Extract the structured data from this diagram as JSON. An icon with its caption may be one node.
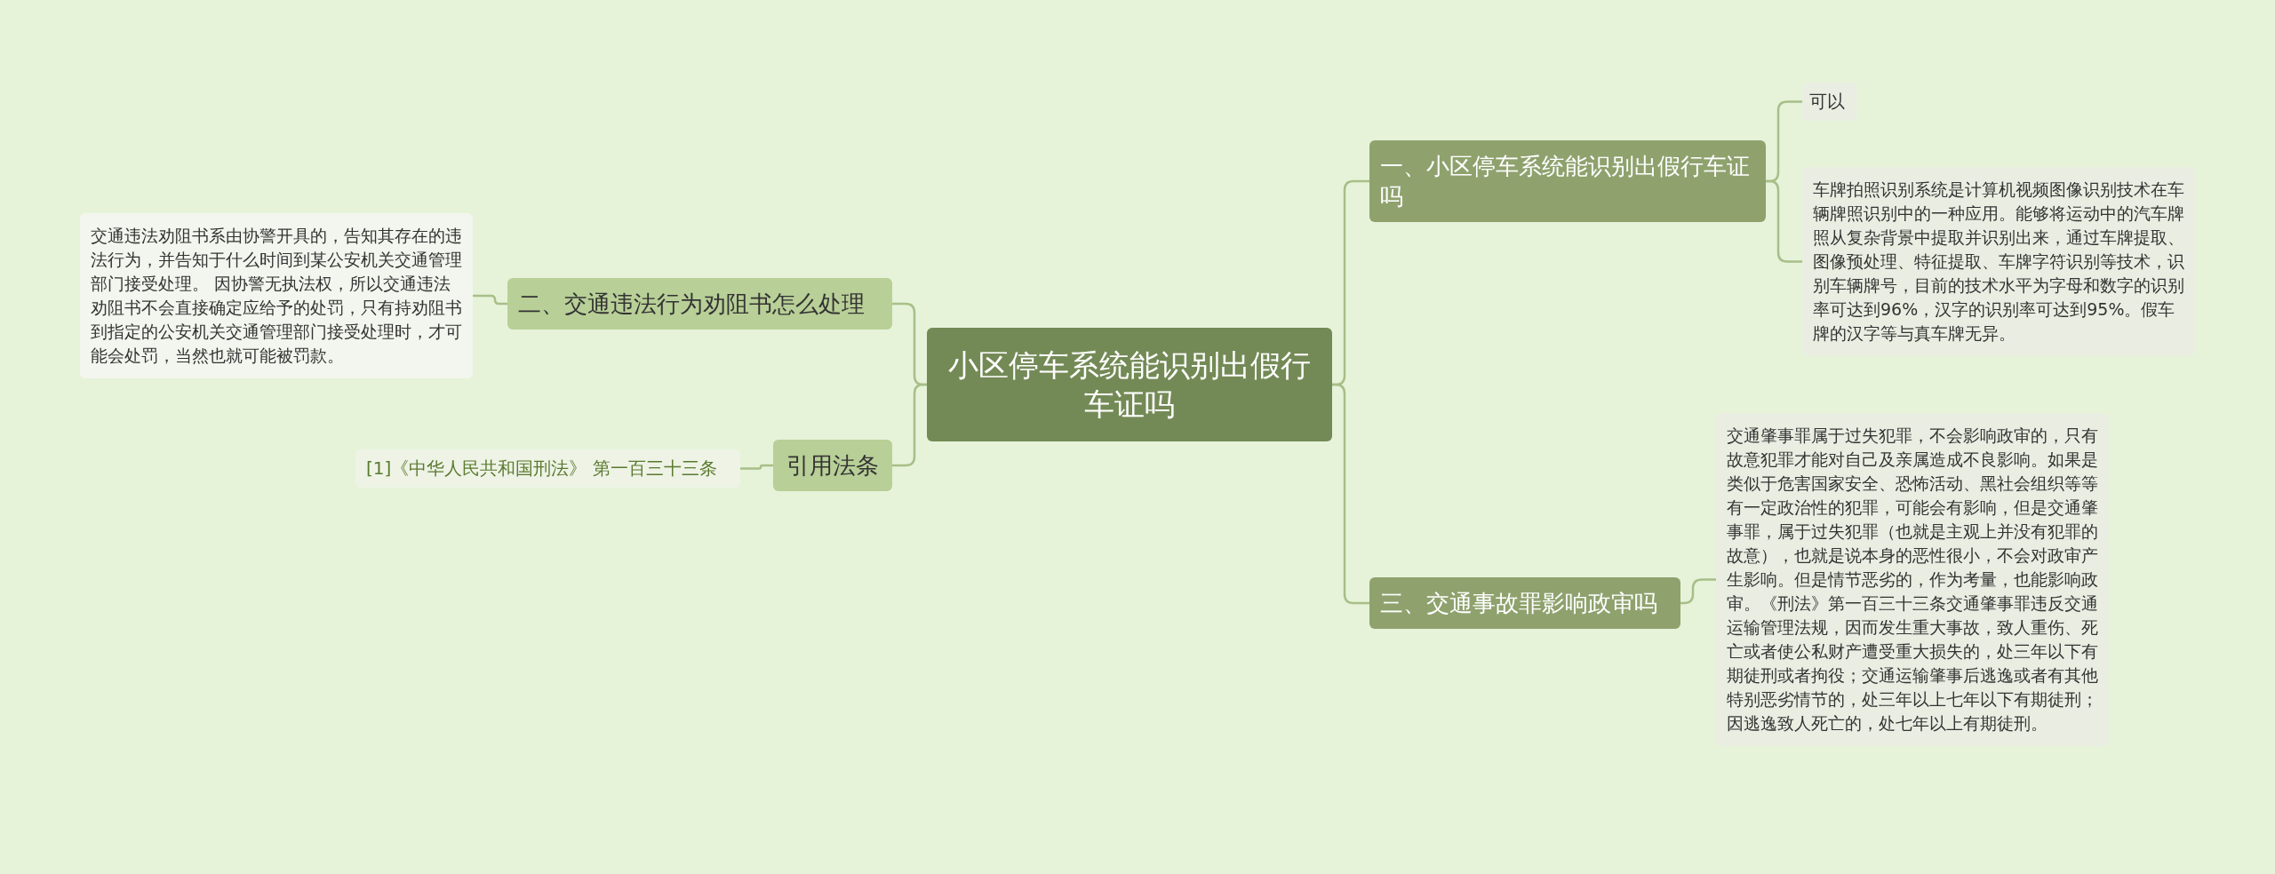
{
  "diagram": {
    "nodes": [
      {
        "text": [
          "小区停车系统能识别出假行车证吗"
        ]
      },
      {
        "text": [
          "一、小区停车系统能识别出假行车证吗"
        ]
      },
      {
        "text": [
          "可以"
        ]
      },
      {
        "text": [
          "车牌拍照识别系统是计算机视频图像识别技术在车辆牌照识别中的一种应用。能够将运动中的汽车牌照从复杂背景中提取并识别出来，通过车牌提取、图像预处理、特征提取、车牌字符识别等技术，识别车辆牌号，目前的技术水平为字母和数字的识别率可达到96%，汉字的识别率可达到95%。假车牌的汉字等与真车牌无异。"
        ]
      },
      {
        "text": [
          "三、交通事故罪影响政审吗"
        ]
      },
      {
        "text": [
          "交通肇事罪属于过失犯罪，不会影响政审的，只有故意犯罪才能对自己及亲属造成不良影响。如果是类似于危害国家安全、恐怖活动、黑社会组织等等有一定政治性的犯罪，可能会有影响，但是交通肇事罪，属于过失犯罪（也就是主观上并没有犯罪的故意），也就是说本身的恶性很小，不会对政审产生影响。但是情节恶劣的，作为考量，也能影响政审。《刑法》第一百三十三条交通肇事罪违反交通运输管理法规，因而发生重大事故，致人重伤、死亡或者使公私财产遭受重大损失的，处三年以下有期徒刑或者拘役；交通运输肇事后逃逸或者有其他特别恶劣情节的，处三年以上七年以下有期徒刑；因逃逸致人死亡的，处七年以上有期徒刑。"
        ]
      },
      {
        "text": [
          "二、交通违法行为劝阻书怎么处理"
        ]
      },
      {
        "text": [
          "交通违法劝阻书系由协警开具的，告知其存在的违法行为，并告知于什么时间到某公安机关交通管理部门接受处理。 因协警无执法权，所以交通违法劝阻书不会直接确定应给予的处罚，只有持劝阻书到指定的公安机关交通管理部门接受处理时，才可能会处罚，当然也就可能被罚款。"
        ]
      },
      {
        "text": [
          "引用法条"
        ]
      },
      {
        "text": [
          "[1]《中华人民共和国刑法》 第一百三十三条"
        ]
      }
    ],
    "edges": [
      {
        "from": 0,
        "to": 1,
        "arrow": "none"
      },
      {
        "from": 1,
        "to": 2,
        "arrow": "none"
      },
      {
        "from": 1,
        "to": 3,
        "arrow": "none"
      },
      {
        "from": 0,
        "to": 4,
        "arrow": "none"
      },
      {
        "from": 4,
        "to": 5,
        "arrow": "none"
      },
      {
        "from": 0,
        "to": 6,
        "arrow": "none"
      },
      {
        "from": 6,
        "to": 7,
        "arrow": "none"
      },
      {
        "from": 0,
        "to": 8,
        "arrow": "none"
      },
      {
        "from": 8,
        "to": 9,
        "arrow": "none"
      }
    ]
  }
}
